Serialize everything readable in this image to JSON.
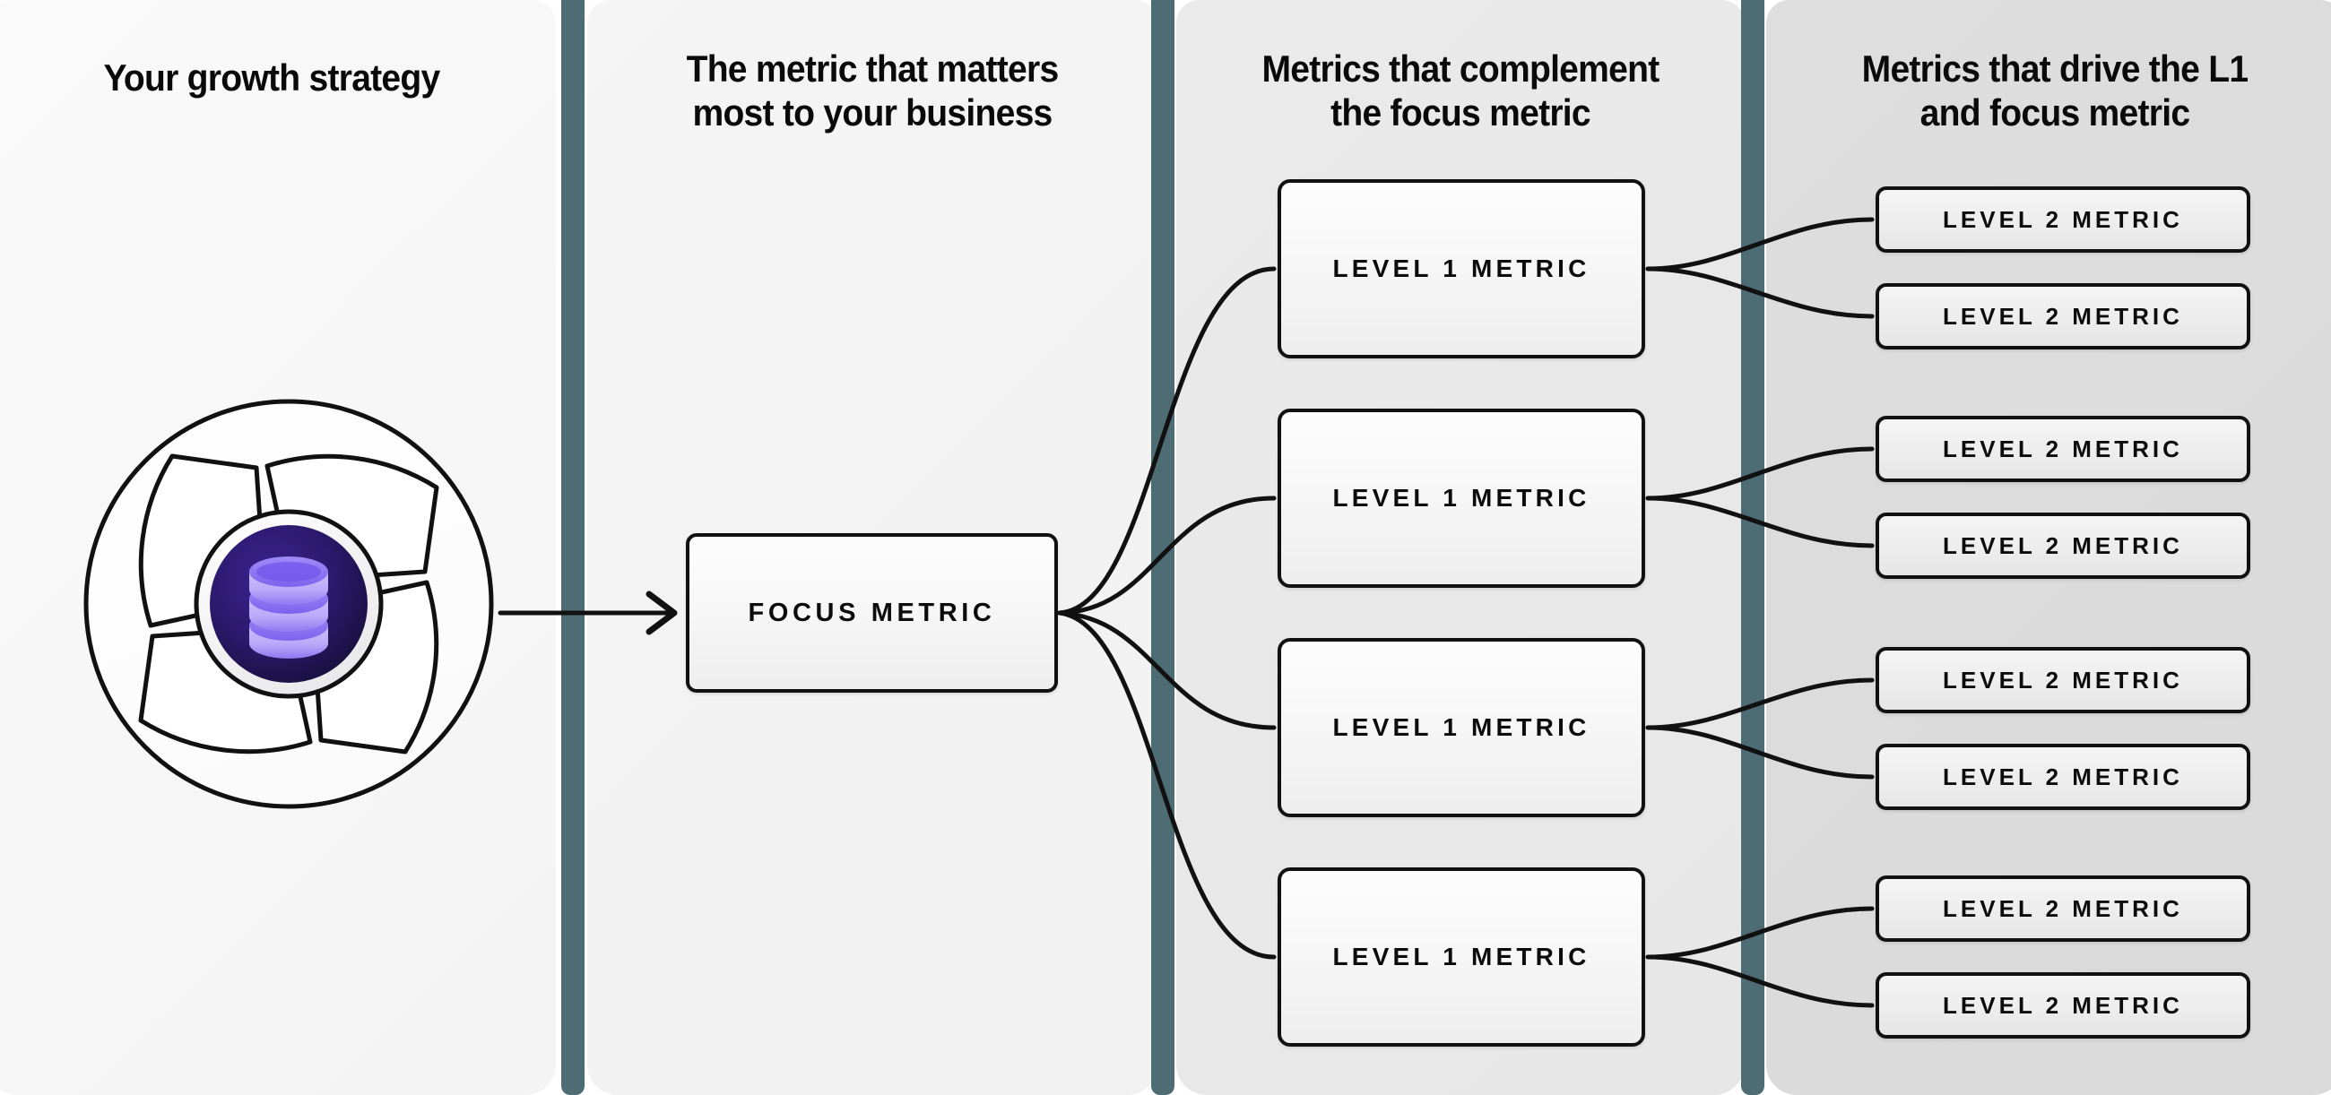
{
  "columns": [
    {
      "id": "growth-strategy",
      "title": "Your growth strategy"
    },
    {
      "id": "focus-metric",
      "title": "The metric that matters\nmost to your business"
    },
    {
      "id": "complement",
      "title": "Metrics that complement\nthe focus metric"
    },
    {
      "id": "drivers",
      "title": "Metrics that drive the L1\nand focus metric"
    }
  ],
  "column_titles": {
    "c1": "Your growth strategy",
    "c2_line1": "The metric that matters",
    "c2_line2": "most to your business",
    "c3_line1": "Metrics that complement",
    "c3_line2": "the focus metric",
    "c4_line1": "Metrics that drive the L1",
    "c4_line2": "and focus metric"
  },
  "emblem": {
    "icon_name": "database-icon",
    "outer_shape": "aperture-pinwheel",
    "core_color": "#2c1a6e",
    "core_color_outer": "#17103e",
    "disc_color_light": "#cfc4fb",
    "disc_color_mid": "#9b85f5",
    "disc_color_dark": "#6b4fe0",
    "ring_color": "#f2f2f4",
    "stroke_color": "#111111",
    "disc_count": 3
  },
  "focus": {
    "label": "FOCUS METRIC"
  },
  "level1": [
    {
      "label": "LEVEL 1 METRIC"
    },
    {
      "label": "LEVEL 1 METRIC"
    },
    {
      "label": "LEVEL 1 METRIC"
    },
    {
      "label": "LEVEL 1 METRIC"
    }
  ],
  "level2": [
    {
      "label": "LEVEL 2 METRIC"
    },
    {
      "label": "LEVEL 2 METRIC"
    },
    {
      "label": "LEVEL 2 METRIC"
    },
    {
      "label": "LEVEL 2 METRIC"
    },
    {
      "label": "LEVEL 2 METRIC"
    },
    {
      "label": "LEVEL 2 METRIC"
    },
    {
      "label": "LEVEL 2 METRIC"
    },
    {
      "label": "LEVEL 2 METRIC"
    }
  ],
  "colors": {
    "divider": "#4e6c73",
    "panel1_bg": "#f7f7f7",
    "panel2_bg": "#f2f2f2",
    "panel3_bg": "#e8e8e8",
    "panel4_bg": "#dcdcdc",
    "box_border": "#111111",
    "connector": "#111111",
    "text": "#0a0a0a"
  }
}
